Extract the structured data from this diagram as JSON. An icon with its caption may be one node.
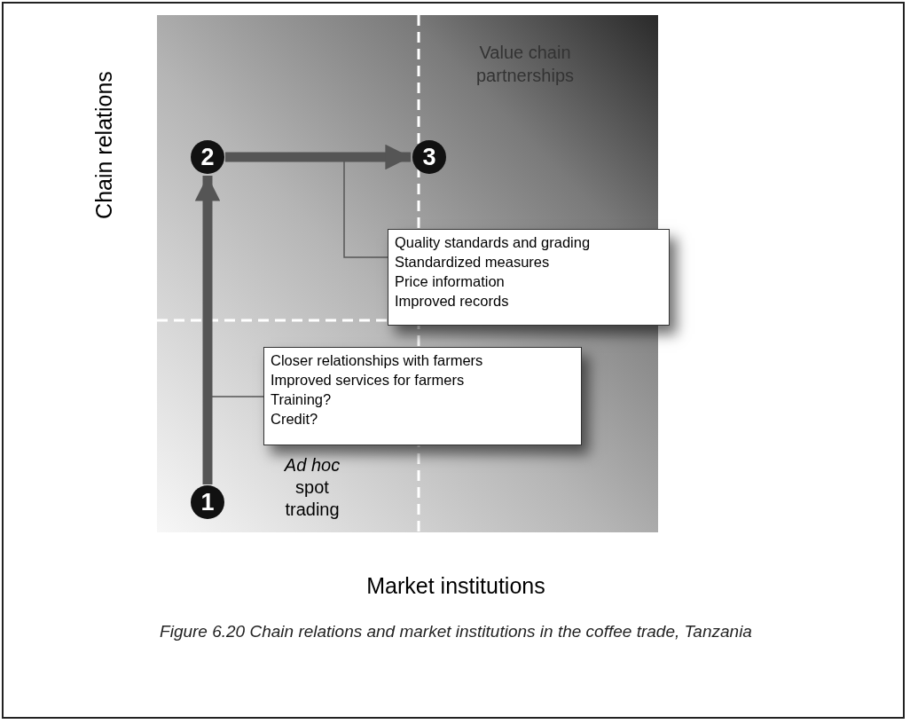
{
  "diagram": {
    "caption": "Figure 6.20 Chain relations and market institutions in the coffee trade, Tanzania",
    "nodes": [
      {
        "text": [
          "2"
        ]
      },
      {
        "text": [
          "3"
        ]
      },
      {
        "text": [
          "Quality standards and grading",
          "Standardized measures",
          "Price information",
          "Improved records"
        ]
      },
      {
        "text": [
          "Closer relationships with farmers",
          "Improved services for farmers",
          "Training?",
          "Credit?"
        ]
      },
      {
        "text": [
          "1"
        ]
      }
    ],
    "edges": [
      {
        "from": 4,
        "to": 0,
        "arrow": "to",
        "style": "thick"
      },
      {
        "from": 0,
        "to": 1,
        "arrow": "to",
        "style": "thick"
      },
      {
        "from": 2,
        "to": null,
        "arrow": "none"
      },
      {
        "from": 3,
        "to": null,
        "arrow": "none"
      }
    ],
    "labels": [
      "Chain relations",
      "Value chain partnerships",
      "*Ad hoc* spot trading",
      "Market institutions"
    ]
  }
}
